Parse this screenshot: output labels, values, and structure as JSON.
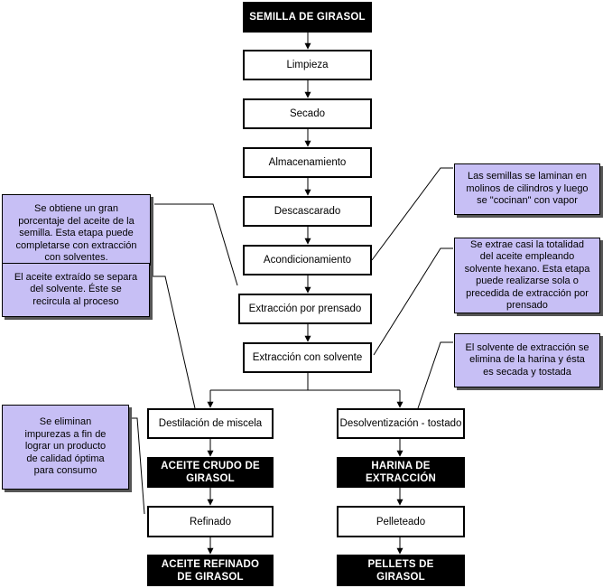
{
  "process": {
    "seed": "SEMILLA DE GIRASOL",
    "cleaning": "Limpieza",
    "drying": "Secado",
    "storage": "Almacenamiento",
    "dehulling": "Descascarado",
    "conditioning": "Acondicionamiento",
    "press_extraction": "Extracción por prensado",
    "solvent_extraction": "Extracción con solvente",
    "miscella_distillation": "Destilación de miscela",
    "desolventizing": "Desolventización - tostado",
    "crude_oil": "ACEITE CRUDO DE\nGIRASOL",
    "meal": "HARINA DE\nEXTRACCIÓN",
    "refining": "Refinado",
    "pelleting": "Pelleteado",
    "refined_oil": "ACEITE REFINADO\nDE GIRASOL",
    "pellets": "PELLETS DE\nGIRASOL"
  },
  "notes": {
    "press_note": "Se obtiene un gran\nporcentaje del aceite de la\nsemilla. Esta etapa  puede\ncompletarse con extracción\ncon solventes.",
    "distillation_note": "El aceite extraído se separa\ndel solvente. Éste se\nrecircula al proceso",
    "refining_note": "Se eliminan\nimpurezas a fin de\nlograr un producto\nde calidad óptima\npara consumo",
    "conditioning_note": "Las semillas se laminan en\nmolinos de cilindros y luego\nse \"cocinan\" con vapor",
    "solvent_note": "Se extrae casi la totalidad\ndel aceite empleando\nsolvente hexano. Esta etapa\npuede realizarse sola o\nprecedida de extracción por\nprensado",
    "desolventizing_note": "El solvente de extracción se\nelimina de la harina y ésta\nes secada y tostada"
  }
}
